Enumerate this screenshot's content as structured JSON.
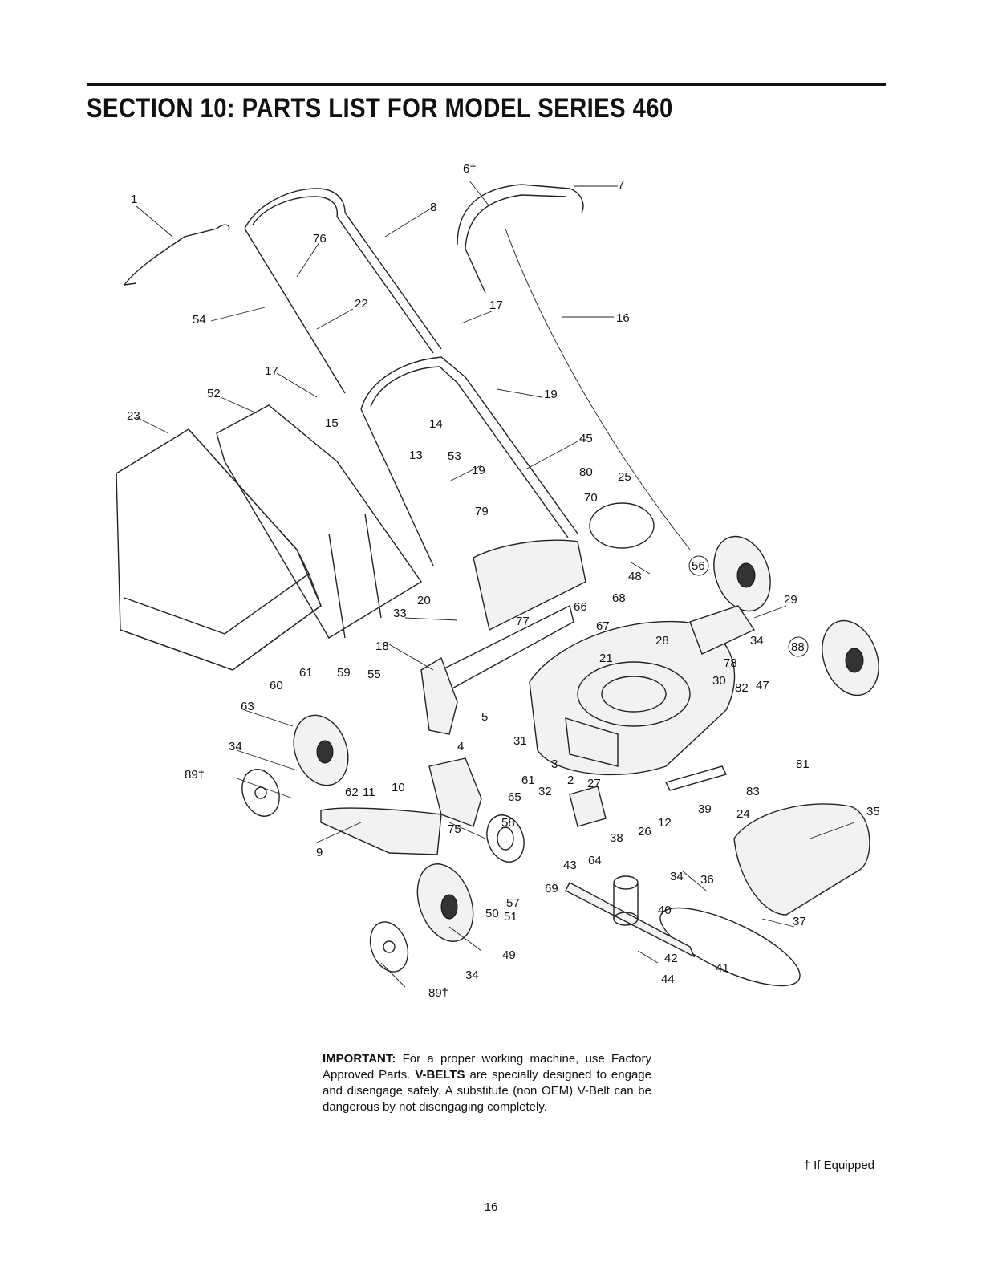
{
  "header": {
    "title": "SECTION 10:  PARTS LIST FOR MODEL SERIES 460"
  },
  "diagram": {
    "callouts": [
      "6†",
      "1",
      "8",
      "7",
      "76",
      "54",
      "22",
      "17",
      "16",
      "17",
      "52",
      "19",
      "23",
      "15",
      "14",
      "13",
      "53",
      "45",
      "19",
      "80",
      "25",
      "70",
      "79",
      "56",
      "48",
      "20",
      "68",
      "29",
      "66",
      "33",
      "77",
      "67",
      "28",
      "34",
      "88",
      "18",
      "21",
      "78",
      "61",
      "59",
      "55",
      "30",
      "82",
      "47",
      "60",
      "5",
      "63",
      "31",
      "34",
      "4",
      "3",
      "81",
      "89†",
      "61",
      "2",
      "27",
      "83",
      "62",
      "11",
      "10",
      "32",
      "65",
      "39",
      "24",
      "35",
      "58",
      "12",
      "75",
      "26",
      "38",
      "9",
      "64",
      "43",
      "34",
      "36",
      "69",
      "57",
      "40",
      "50",
      "51",
      "37",
      "49",
      "42",
      "41",
      "34",
      "44",
      "89†"
    ]
  },
  "notice": {
    "lead": "IMPORTANT:",
    "text1": " For a proper working machine, use Factory Approved Parts. ",
    "bold2": "V-BELTS",
    "text2": " are specially designed to engage and disengage safely. A substitute (non OEM) V-Belt can be dangerous by not disengaging completely."
  },
  "footnote": "† If Equipped",
  "page_number": "16"
}
